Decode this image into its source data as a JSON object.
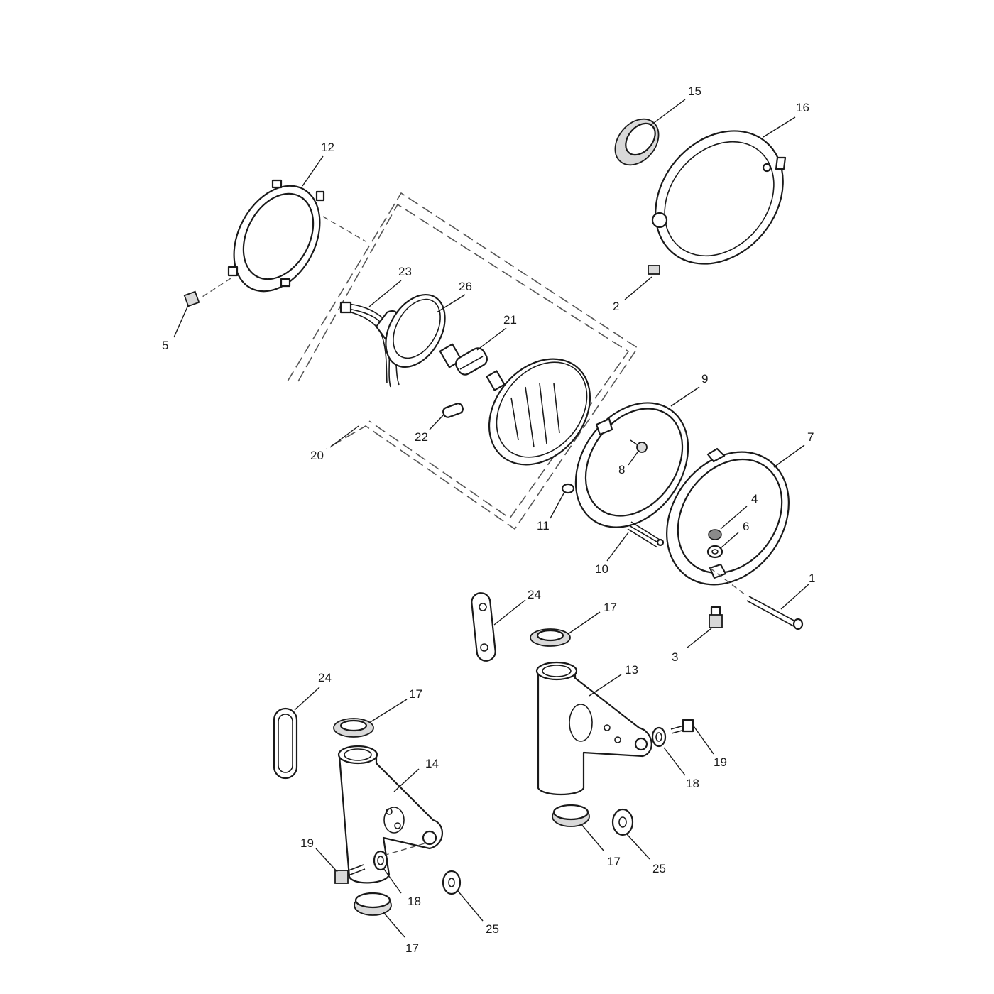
{
  "callouts": {
    "c1": "1",
    "c2": "2",
    "c3": "3",
    "c4": "4",
    "c5": "5",
    "c6": "6",
    "c7": "7",
    "c8": "8",
    "c9": "9",
    "c10": "10",
    "c11": "11",
    "c12": "12",
    "c13": "13",
    "c14": "14",
    "c15": "15",
    "c16": "16",
    "c17a": "17",
    "c17b": "17",
    "c17c": "17",
    "c17d": "17",
    "c18a": "18",
    "c18b": "18",
    "c19a": "19",
    "c19b": "19",
    "c20": "20",
    "c21": "21",
    "c22": "22",
    "c23": "23",
    "c24a": "24",
    "c24b": "24",
    "c25a": "25",
    "c25b": "25",
    "c26": "26"
  }
}
